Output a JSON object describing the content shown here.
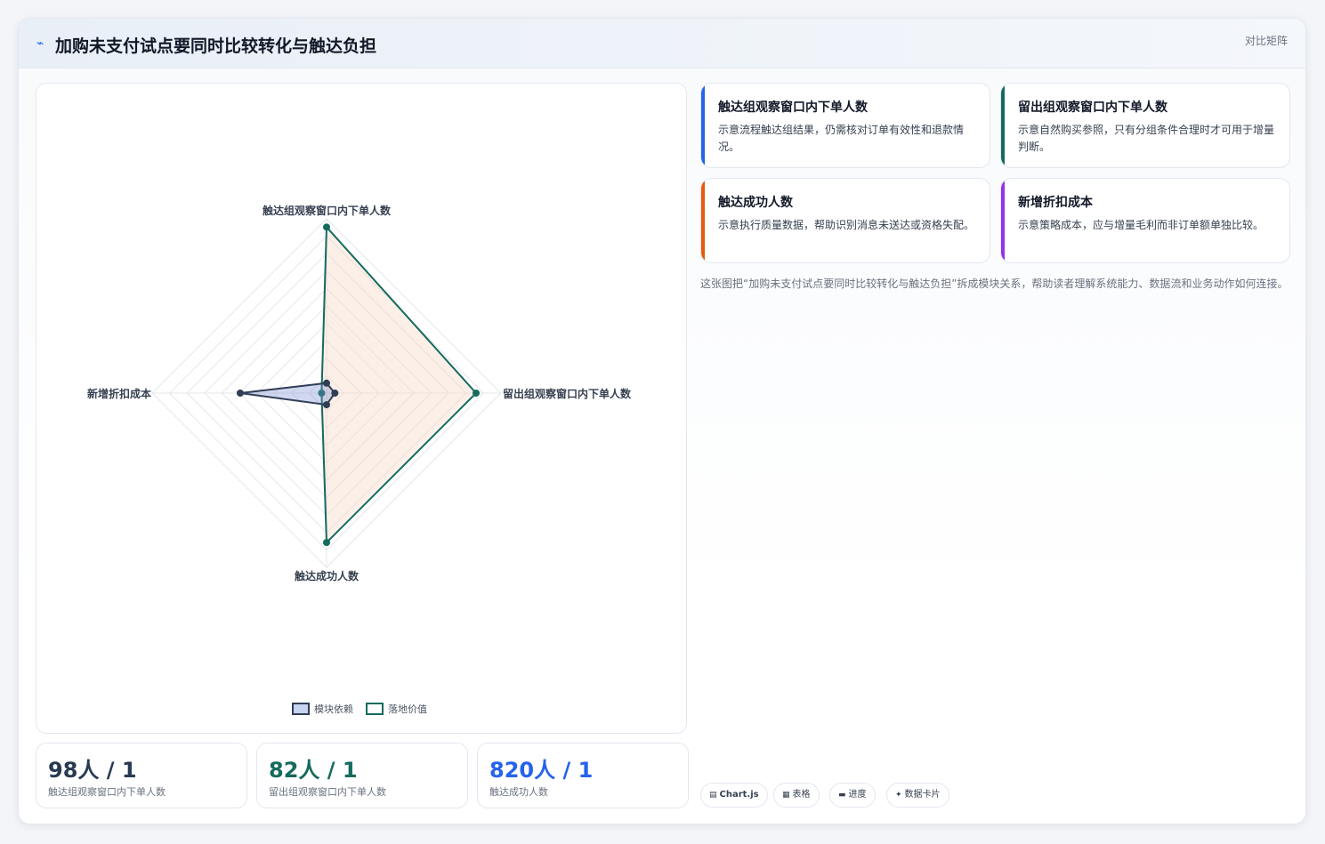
{
  "header": {
    "title": "加购未支付试点要同时比较转化与触达负担",
    "icon": "chart-line-icon",
    "tag": "对比矩阵"
  },
  "chart_data": {
    "type": "radar",
    "title": "",
    "axes": [
      "触达组观察窗口内下单人数",
      "留出组观察窗口内下单人数",
      "触达成功人数",
      "新增折扣成本"
    ],
    "series": [
      {
        "name": "模块依赖",
        "values": [
          6,
          5,
          7,
          52
        ],
        "color": "#2f3e55",
        "fill": "rgba(120,140,210,0.35)"
      },
      {
        "name": "落地价值",
        "values": [
          100,
          90,
          90,
          3
        ],
        "color": "#146b5e",
        "fill": "rgba(248,216,196,0.40)"
      }
    ],
    "scale_max": 105,
    "grid_rings": 10,
    "legend_position": "bottom"
  },
  "stats": [
    {
      "value": "98人 / 1",
      "label": "触达组观察窗口内下单人数",
      "color": "#273a52"
    },
    {
      "value": "82人 / 1",
      "label": "留出组观察窗口内下单人数",
      "color": "#146b5e"
    },
    {
      "value": "820人 / 1",
      "label": "触达成功人数",
      "color": "#2563eb"
    }
  ],
  "info_cards": [
    {
      "title": "触达组观察窗口内下单人数",
      "text": "示意流程触达组结果，仍需核对订单有效性和退款情况。",
      "color": "#2563eb"
    },
    {
      "title": "留出组观察窗口内下单人数",
      "text": "示意自然购买参照，只有分组条件合理时才可用于增量判断。",
      "color": "#146b5e"
    },
    {
      "title": "触达成功人数",
      "text": "示意执行质量数据，帮助识别消息未送达或资格失配。",
      "color": "#ea580c"
    },
    {
      "title": "新增折扣成本",
      "text": "示意策略成本，应与增量毛利而非订单额单独比较。",
      "color": "#9333ea"
    }
  ],
  "description": "这张图把“加购未支付试点要同时比较转化与触达负担”拆成模块关系，帮助读者理解系统能力、数据流和业务动作如何连接。",
  "tags": [
    {
      "icon": "table-icon",
      "glyph": "▤",
      "label": "Chart.js"
    },
    {
      "icon": "grid-icon",
      "glyph": "▦",
      "label": "表格"
    },
    {
      "icon": "progress-icon",
      "glyph": "▬",
      "label": "进度"
    },
    {
      "icon": "sparkle-icon",
      "glyph": "✦",
      "label": "数据卡片"
    }
  ]
}
